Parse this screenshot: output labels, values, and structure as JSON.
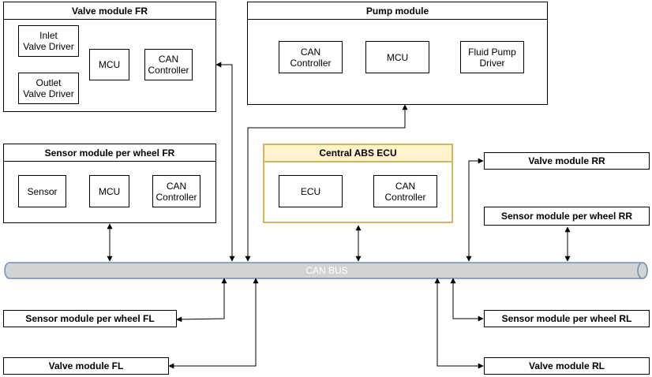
{
  "modules": {
    "valve_fr": {
      "title": "Valve module FR",
      "inlet_driver": "Inlet\nValve Driver",
      "outlet_driver": "Outlet\nValve Driver",
      "mcu": "MCU",
      "can_controller": "CAN\nController"
    },
    "pump": {
      "title": "Pump module",
      "can_controller": "CAN\nController",
      "mcu": "MCU",
      "pump_driver": "Fluid Pump\nDriver"
    },
    "sensor_fr": {
      "title": "Sensor module per wheel FR",
      "sensor": "Sensor",
      "mcu": "MCU",
      "can_controller": "CAN\nController"
    },
    "central_ecu": {
      "title": "Central ABS ECU",
      "ecu": "ECU",
      "can_controller": "CAN\nController"
    }
  },
  "external_modules": {
    "valve_rr": "Valve module RR",
    "sensor_rr": "Sensor module per wheel RR",
    "sensor_fl": "Sensor module per wheel FL",
    "valve_fl": "Valve module FL",
    "sensor_rl": "Sensor module per wheel RL",
    "valve_rl": "Valve module RL"
  },
  "bus": {
    "label": "CAN BUS"
  },
  "colors": {
    "bus_fill": "#d3d3d3",
    "bus_stroke": "#6c8ebf",
    "highlight_border": "#d6b656",
    "highlight_fill": "#fff2cc"
  }
}
